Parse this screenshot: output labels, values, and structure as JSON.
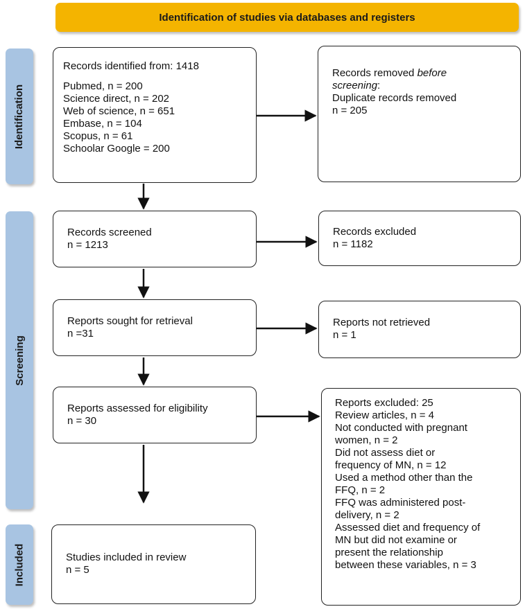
{
  "banner": {
    "title": "Identification of studies via databases and registers"
  },
  "phases": {
    "identification": "Identification",
    "screening": "Screening",
    "included": "Included"
  },
  "identified": {
    "header": "Records identified from: 1418",
    "sources": [
      "Pubmed, n = 200",
      "Science direct, n = 202",
      "Web of science, n = 651",
      "Embase, n = 104",
      "Scopus, n = 61",
      "Schoolar Google = 200"
    ]
  },
  "removed": {
    "line1": "Records removed ",
    "line1_em": "before",
    "line2_em": "screening",
    "line2_tail": ":",
    "line3": "Duplicate records removed",
    "line4": "n = 205"
  },
  "screened": {
    "label": "Records screened",
    "count": "n = 1213"
  },
  "excluded": {
    "label": "Records excluded",
    "count": "n = 1182"
  },
  "sought": {
    "label": "Reports sought for retrieval",
    "count": "n =31"
  },
  "not_retrieved": {
    "label": "Reports not retrieved",
    "count": "n = 1"
  },
  "assessed": {
    "label": "Reports assessed for eligibility",
    "count": "n = 30"
  },
  "reports_excluded": {
    "lines": [
      "Reports excluded: 25",
      "Review articles, n = 4",
      "Not conducted with pregnant",
      "women, n = 2",
      "Did not assess diet or",
      "frequency of MN, n = 12",
      "Used a method other than the",
      "FFQ, n = 2",
      "FFQ was administered post-",
      "delivery, n = 2",
      "Assessed diet and frequency of",
      "MN but did not examine or",
      "present the relationship",
      "between these variables, n = 3"
    ]
  },
  "included_studies": {
    "label": "Studies included in review",
    "count": "n = 5"
  }
}
